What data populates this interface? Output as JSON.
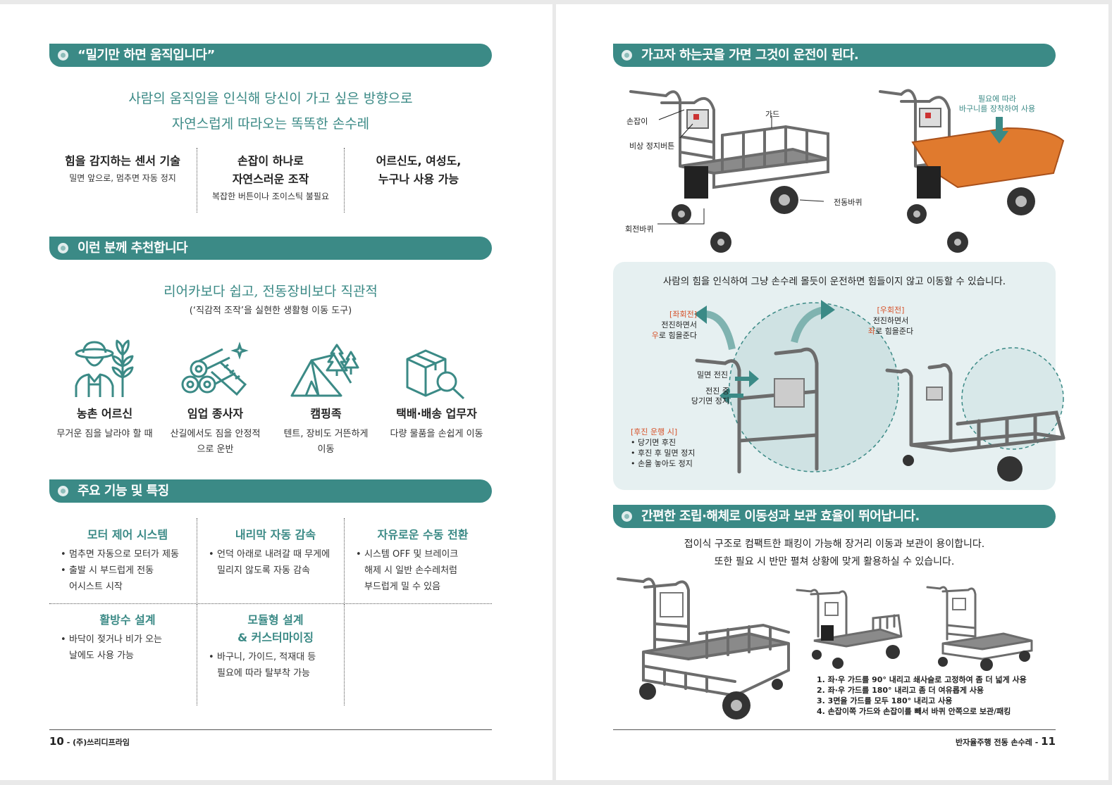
{
  "left": {
    "section1": {
      "title": "“밀기만 하면 움직입니다”",
      "lead1": "사람의 움직임을 인식해 당신이 가고 싶은 방향으로",
      "lead2": "자연스럽게 따라오는 똑똑한 손수레",
      "features": [
        {
          "title1": "힘을 감지하는 센서 기술",
          "title2": "",
          "sub": "밀면 앞으로, 멈추면 자동 정지"
        },
        {
          "title1": "손잡이 하나로",
          "title2": "자연스러운 조작",
          "sub": "복잡한 버튼이나 조이스틱 불필요"
        },
        {
          "title1": "어르신도, 여성도,",
          "title2": "누구나 사용 가능",
          "sub": ""
        }
      ]
    },
    "section2": {
      "title": "이런 분께 추천합니다",
      "lead": "리어카보다 쉽고, 전동장비보다 직관적",
      "sub": "(‘직감적 조작’을 실현한 생활형 이동 도구)",
      "items": [
        {
          "icon": "farmer-icon",
          "title": "농촌 어르신",
          "desc1": "무거운 짐을 날라야 할 때",
          "desc2": ""
        },
        {
          "icon": "logs-icon",
          "title": "임업 종사자",
          "desc1": "산길에서도 짐을 안정적",
          "desc2": "으로 운반"
        },
        {
          "icon": "camping-tent-icon",
          "title": "캠핑족",
          "desc1": "텐트, 장비도 거뜬하게",
          "desc2": "이동"
        },
        {
          "icon": "parcel-search-icon",
          "title": "택배·배송 업무자",
          "desc1": "다량 물품을 손쉽게 이동",
          "desc2": ""
        }
      ]
    },
    "section3": {
      "title": "주요 기능 및 특징",
      "cells": [
        {
          "title1": "모터 제어 시스템",
          "title2": "",
          "bullets": [
            "멈추면 자동으로 모터가 제동",
            "출발 시 부드럽게 전동\n어시스트 시작"
          ]
        },
        {
          "title1": "내리막 자동 감속",
          "title2": "",
          "bullets": [
            "언덕 아래로 내려갈 때 무게에\n밀리지 않도록 자동 감속"
          ]
        },
        {
          "title1": "자유로운 수동 전환",
          "title2": "",
          "bullets": [
            "시스템 OFF 및 브레이크\n해제 시 일반 손수레처럼\n부드럽게 밀 수 있음"
          ]
        },
        {
          "title1": "활방수 설계",
          "title2": "",
          "bullets": [
            "바닥이 젖거나 비가 오는\n날에도 사용 가능"
          ]
        },
        {
          "title1": "모듈형 설계",
          "title2": "& 커스터마이징",
          "bullets": [
            "바구니, 가이드, 적재대 등\n필요에 따라 탈부착 가능"
          ]
        }
      ]
    },
    "footer": {
      "page": "10",
      "company": " - (주)쓰리디프라임"
    }
  },
  "right": {
    "section1": {
      "title": "가고자 하는곳을 가면 그것이 운전이 된다.",
      "labels": {
        "handle": "손잡이",
        "guard": "가드",
        "emergency": "비상 정지버튼",
        "drive_wheel": "전동바퀴",
        "swivel_wheel": "회전바퀴",
        "basket_note1": "필요에 따라",
        "basket_note2": "바구니를 장착하여 사용"
      }
    },
    "panel": {
      "caption": "사람의 힘을 인식하여 그냥 손수레 몰듯이 운전하면 힘들이지 않고 이동할 수 있습니다.",
      "left_turn_title": "[좌회전]",
      "left_turn_1": "전진하면서",
      "left_turn_2a": "우",
      "left_turn_2b": "로 힘을준다",
      "right_turn_title": "[우회전]",
      "right_turn_1": "전진하면서",
      "right_turn_2a": "좌",
      "right_turn_2b": "로 힘을준다",
      "push": "밀면 전진",
      "pull1": "전진 중",
      "pull2": "당기면 정지",
      "reverse_title": "[후진 운행 시]",
      "reverse_items": [
        "당기면 후진",
        "후진 후 밀면 정지",
        "손을 놓아도 정지"
      ]
    },
    "section2": {
      "title": "간편한 조립·해체로 이동성과 보관 효율이 뛰어납니다.",
      "lead1": "접이식 구조로 컴팩트한 패킹이 가능해 장거리 이동과 보관이 용이합니다.",
      "lead2": "또한 필요 시 반만 펼쳐 상황에 맞게 활용하실 수 있습니다.",
      "notes": [
        "1. 좌·우 가드를 90° 내리고 쇄사슬로 고정하여 좀 더 넓게 사용",
        "2. 좌·우 가드를 180° 내리고 좀 더 여유롭게 사용",
        "3. 3면을 가드를 모두 180° 내리고 사용",
        "4. 손잡이쪽 가드와 손잡이를 빼서 바퀴 안쪽으로 보관/패킹"
      ]
    },
    "footer": {
      "text": "반자율주행 전동 손수레 - ",
      "page": "11"
    }
  },
  "colors": {
    "teal": "#3b8a86",
    "orange": "#e07a2e",
    "panel_bg": "#e6f0f1"
  }
}
